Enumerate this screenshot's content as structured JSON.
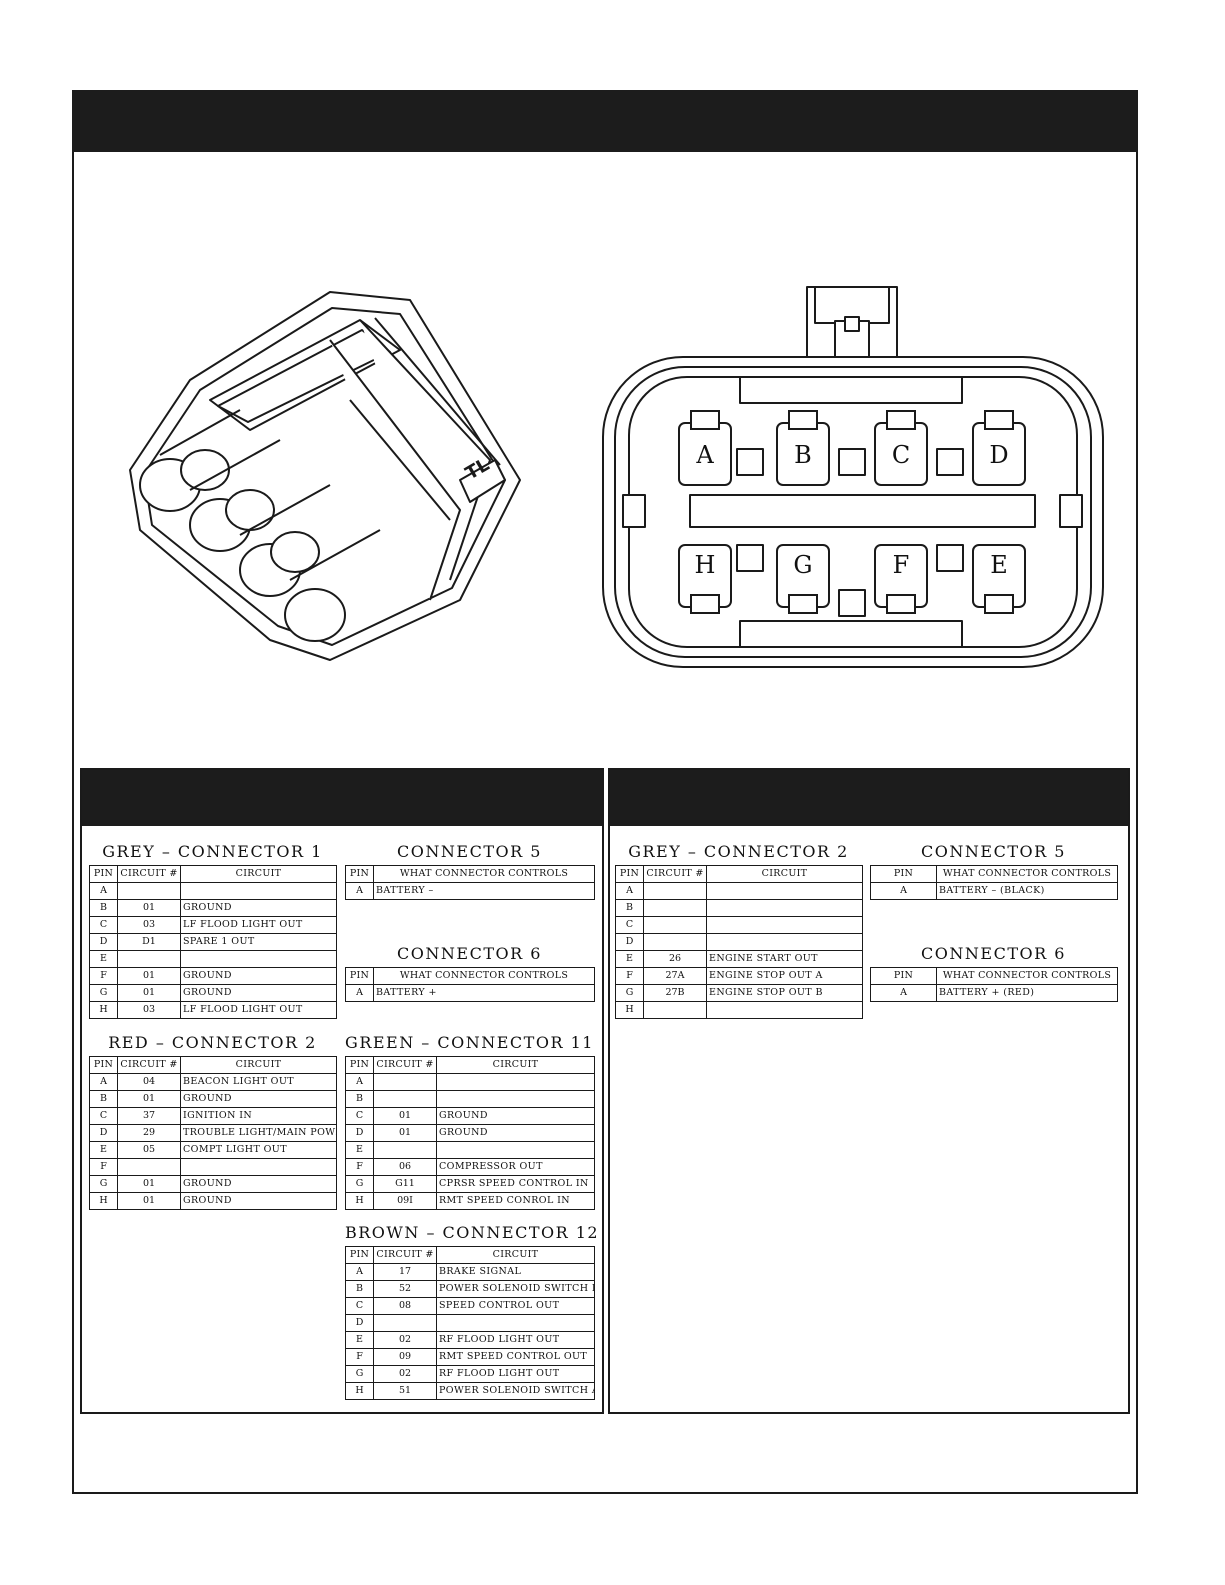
{
  "colors": {
    "band": "#1c1c1c",
    "line": "#1a1a1a",
    "paper": "#ffffff"
  },
  "front_view": {
    "pins": [
      {
        "id": "A",
        "label": "A"
      },
      {
        "id": "B",
        "label": "B"
      },
      {
        "id": "C",
        "label": "C"
      },
      {
        "id": "D",
        "label": "D"
      },
      {
        "id": "H",
        "label": "H"
      },
      {
        "id": "G",
        "label": "G"
      },
      {
        "id": "F",
        "label": "F"
      },
      {
        "id": "E",
        "label": "E"
      }
    ]
  },
  "iso_view": {
    "marking": "TL"
  },
  "headers": {
    "pin": "PIN",
    "circuit_num": "CIRCUIT #",
    "circuit": "CIRCUIT",
    "controls": "WHAT CONNECTOR CONTROLS"
  },
  "left_tables": [
    {
      "id": "grey-connector-1",
      "title": "GREY  –  CONNECTOR  1",
      "kind": "circuit",
      "rows": [
        [
          "A",
          "",
          ""
        ],
        [
          "B",
          "01",
          "GROUND"
        ],
        [
          "C",
          "03",
          "LF FLOOD LIGHT OUT"
        ],
        [
          "D",
          "D1",
          "SPARE 1 OUT"
        ],
        [
          "E",
          "",
          ""
        ],
        [
          "F",
          "01",
          "GROUND"
        ],
        [
          "G",
          "01",
          "GROUND"
        ],
        [
          "H",
          "03",
          "LF FLOOD LIGHT OUT"
        ]
      ]
    },
    {
      "id": "connector-5",
      "title": "CONNECTOR  5",
      "kind": "controls",
      "rows": [
        [
          "A",
          "BATTERY  –"
        ]
      ]
    },
    {
      "id": "connector-6",
      "title": "CONNECTOR  6",
      "kind": "controls",
      "rows": [
        [
          "A",
          "BATTERY  +"
        ]
      ]
    },
    {
      "id": "red-connector-2",
      "title": "RED  –  CONNECTOR  2",
      "kind": "circuit",
      "rows": [
        [
          "A",
          "04",
          "BEACON LIGHT OUT"
        ],
        [
          "B",
          "01",
          "GROUND"
        ],
        [
          "C",
          "37",
          "IGNITION IN"
        ],
        [
          "D",
          "29",
          "TROUBLE LIGHT/MAIN POWER OUT"
        ],
        [
          "E",
          "05",
          "COMPT LIGHT OUT"
        ],
        [
          "F",
          "",
          ""
        ],
        [
          "G",
          "01",
          "GROUND"
        ],
        [
          "H",
          "01",
          "GROUND"
        ]
      ]
    },
    {
      "id": "green-connector-11",
      "title": "GREEN  –  CONNECTOR  11",
      "kind": "circuit",
      "rows": [
        [
          "A",
          "",
          ""
        ],
        [
          "B",
          "",
          ""
        ],
        [
          "C",
          "01",
          "GROUND"
        ],
        [
          "D",
          "01",
          "GROUND"
        ],
        [
          "E",
          "",
          ""
        ],
        [
          "F",
          "06",
          "COMPRESSOR OUT"
        ],
        [
          "G",
          "G11",
          "CPRSR SPEED CONTROL IN"
        ],
        [
          "H",
          "09I",
          "RMT SPEED CONROL IN"
        ]
      ]
    },
    {
      "id": "brown-connector-12",
      "title": "BROWN  –  CONNECTOR  12",
      "kind": "circuit",
      "rows": [
        [
          "A",
          "17",
          "BRAKE SIGNAL"
        ],
        [
          "B",
          "52",
          "POWER SOLENOID SWITCH B"
        ],
        [
          "C",
          "08",
          "SPEED CONTROL OUT"
        ],
        [
          "D",
          "",
          ""
        ],
        [
          "E",
          "02",
          "RF FLOOD LIGHT OUT"
        ],
        [
          "F",
          "09",
          "RMT SPEED CONTROL OUT"
        ],
        [
          "G",
          "02",
          "RF FLOOD LIGHT OUT"
        ],
        [
          "H",
          "51",
          "POWER SOLENOID SWITCH A"
        ]
      ]
    }
  ],
  "right_tables": [
    {
      "id": "grey-connector-2",
      "title": "GREY  –  CONNECTOR  2",
      "kind": "circuit",
      "rows": [
        [
          "A",
          "",
          ""
        ],
        [
          "B",
          "",
          ""
        ],
        [
          "C",
          "",
          ""
        ],
        [
          "D",
          "",
          ""
        ],
        [
          "E",
          "26",
          "ENGINE START OUT"
        ],
        [
          "F",
          "27A",
          "ENGINE STOP OUT A"
        ],
        [
          "G",
          "27B",
          "ENGINE STOP OUT B"
        ],
        [
          "H",
          "",
          ""
        ]
      ]
    },
    {
      "id": "r-connector-5",
      "title": "CONNECTOR  5",
      "kind": "controls",
      "rows": [
        [
          "A",
          "BATTERY  –  (BLACK)"
        ]
      ]
    },
    {
      "id": "r-connector-6",
      "title": "CONNECTOR  6",
      "kind": "controls",
      "rows": [
        [
          "A",
          "BATTERY  +  (RED)"
        ]
      ]
    }
  ]
}
